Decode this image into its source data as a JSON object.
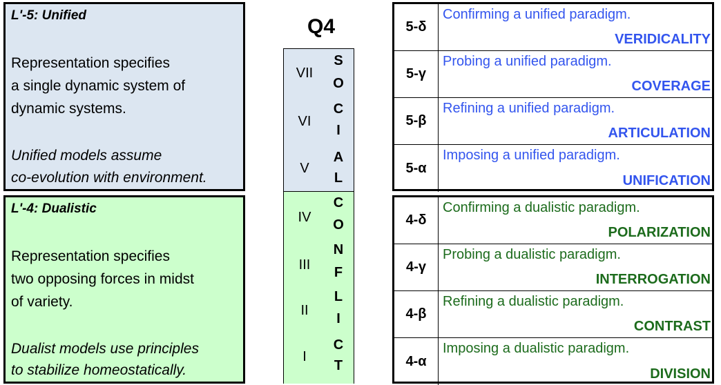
{
  "colors": {
    "top_panel": "#dce6f1",
    "bottom_panel": "#ccffcc",
    "blue_text": "#3355ee",
    "green_text": "#1c6b1c"
  },
  "left_top": {
    "title": "L'-5: Unified",
    "line1": "Representation specifies",
    "line2": "a single dynamic system of",
    "line3": "dynamic systems.",
    "italic1": "Unified models assume",
    "italic2": "co-evolution with environment."
  },
  "left_bottom": {
    "title": "L'-4: Dualistic",
    "line1": "Representation specifies",
    "line2": "two opposing forces in midst",
    "line3": "of variety.",
    "italic1": "Dualist models use principles",
    "italic2": "to stabilize homeostatically."
  },
  "center": {
    "title": "Q4",
    "romans": [
      "VII",
      "VI",
      "V",
      "IV",
      "III",
      "II",
      "I"
    ],
    "social_letters": [
      "S",
      "O",
      "C",
      "I",
      "A",
      "L"
    ],
    "conflict_letters": [
      "C",
      "O",
      "N",
      "F",
      "L",
      "I",
      "C",
      "T"
    ]
  },
  "rows_top": [
    {
      "id": "5-δ",
      "desc": "Confirming a unified paradigm.",
      "key": "VERIDICALITY"
    },
    {
      "id": "5-γ",
      "desc": "Probing a unified paradigm.",
      "key": "COVERAGE"
    },
    {
      "id": "5-β",
      "desc": "Refining a unified paradigm.",
      "key": "ARTICULATION"
    },
    {
      "id": "5-α",
      "desc": "Imposing a unified paradigm.",
      "key": "UNIFICATION"
    }
  ],
  "rows_bottom": [
    {
      "id": "4-δ",
      "desc": "Confirming a dualistic paradigm.",
      "key": "POLARIZATION"
    },
    {
      "id": "4-γ",
      "desc": "Probing a dualistic paradigm.",
      "key": "INTERROGATION"
    },
    {
      "id": "4-β",
      "desc": "Refining a dualistic paradigm.",
      "key": "CONTRAST"
    },
    {
      "id": "4-α",
      "desc": "Imposing a dualistic paradigm.",
      "key": "DIVISION"
    }
  ]
}
